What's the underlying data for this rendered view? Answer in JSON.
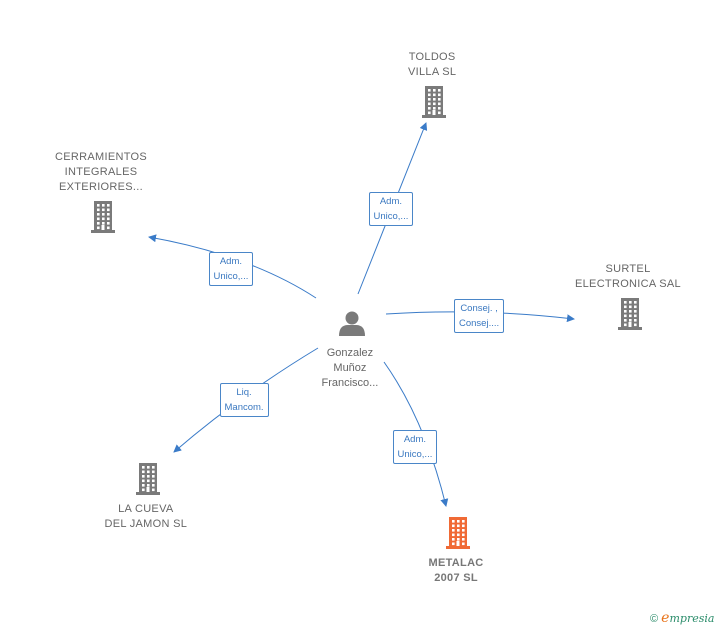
{
  "center": {
    "name_lines": [
      "Gonzalez",
      "Muñoz",
      "Francisco..."
    ]
  },
  "nodes": [
    {
      "id": "toldos",
      "lines": [
        "TOLDOS",
        "VILLA SL"
      ],
      "highlight": false
    },
    {
      "id": "cerramientos",
      "lines": [
        "CERRAMIENTOS",
        "INTEGRALES",
        "EXTERIORES..."
      ],
      "highlight": false
    },
    {
      "id": "surtel",
      "lines": [
        "SURTEL",
        "ELECTRONICA SAL"
      ],
      "highlight": false
    },
    {
      "id": "lacueva",
      "lines": [
        "LA CUEVA",
        "DEL JAMON SL"
      ],
      "highlight": false
    },
    {
      "id": "metalac",
      "lines": [
        "METALAC",
        "2007  SL"
      ],
      "highlight": true
    }
  ],
  "edges": [
    {
      "to": "toldos",
      "label_lines": [
        "Adm.",
        "Unico,..."
      ]
    },
    {
      "to": "cerramientos",
      "label_lines": [
        "Adm.",
        "Unico,..."
      ]
    },
    {
      "to": "surtel",
      "label_lines": [
        "Consej. ,",
        "Consej...."
      ]
    },
    {
      "to": "lacueva",
      "label_lines": [
        "Liq.",
        "Mancom."
      ]
    },
    {
      "to": "metalac",
      "label_lines": [
        "Adm.",
        "Unico,..."
      ]
    }
  ],
  "colors": {
    "edge": "#3a7bc8",
    "building": "#7a7a7a",
    "building_highlight": "#f06a35",
    "person": "#7a7a7a"
  },
  "icons": {
    "company": "building-icon",
    "person": "person-icon"
  },
  "credit": {
    "symbol": "©",
    "brand_first": "e",
    "brand_rest": "mpresia"
  }
}
